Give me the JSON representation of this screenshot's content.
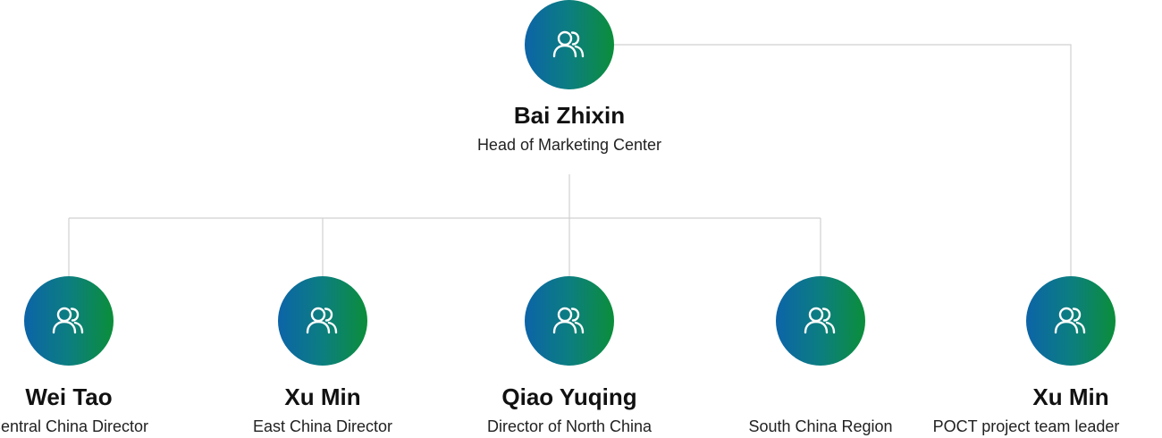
{
  "root": {
    "name": "Bai Zhixin",
    "role": "Head of Marketing Center"
  },
  "members": [
    {
      "name": "Wei Tao",
      "role": "Central China Director"
    },
    {
      "name": "Xu Min",
      "role": "East China Director"
    },
    {
      "name": "Qiao Yuqing",
      "role": "Director of North China"
    },
    {
      "name": "",
      "role": "South China Region"
    },
    {
      "name": "Xu Min",
      "role": "POCT project team leader"
    }
  ],
  "colors": {
    "gradient_start": "#0c64a8",
    "gradient_end": "#0b8e3a",
    "connector": "#d0d0d0"
  },
  "icons": {
    "avatar": "users-icon"
  }
}
